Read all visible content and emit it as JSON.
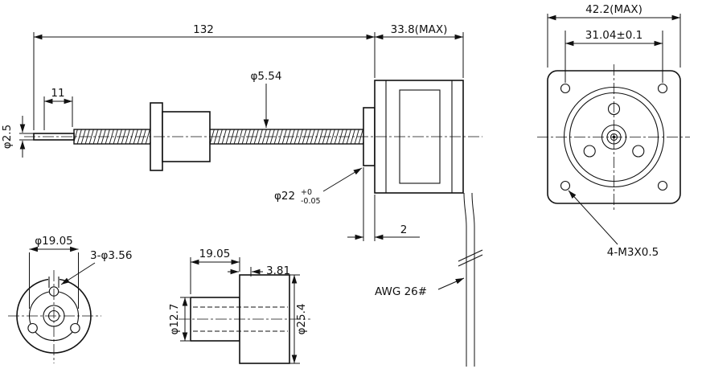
{
  "drawing": {
    "side_view": {
      "dim_shaft_length": "132",
      "dim_motor_length": "33.8(MAX)",
      "dim_tip_length": "11",
      "dim_screw_dia": "φ5.54",
      "dim_tip_dia": "φ2.5",
      "dim_pilot_dia": "φ22",
      "dim_pilot_tol_plus": "+0",
      "dim_pilot_tol_minus": "-0.05",
      "dim_pilot_height": "2",
      "wire_label": "AWG 26#"
    },
    "front_view": {
      "dim_body_width": "42.2(MAX)",
      "dim_hole_spacing": "31.04±0.1",
      "mount_hole_callout": "4-M3X0.5"
    },
    "nut_front_view": {
      "dim_bolt_circle": "φ19.05",
      "hole_callout": "3-φ3.56"
    },
    "nut_side_view": {
      "dim_hub_length": "19.05",
      "dim_flange_thickness": "3.81",
      "dim_hub_dia": "φ12.7",
      "dim_flange_dia": "φ25.4"
    }
  }
}
